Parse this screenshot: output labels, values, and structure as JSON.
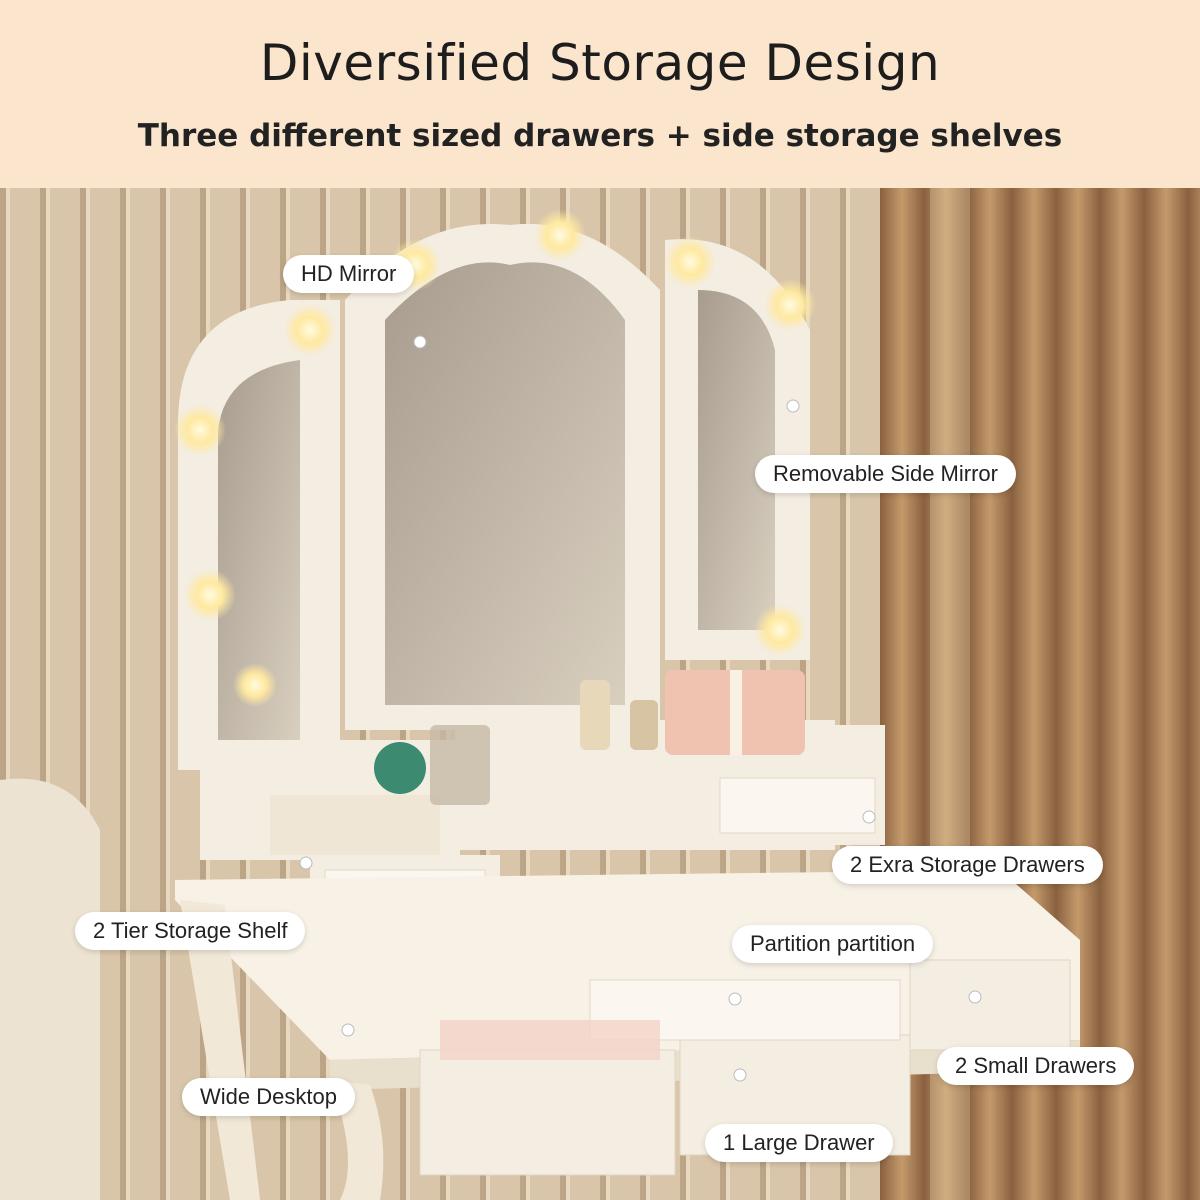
{
  "header": {
    "title": "Diversified Storage Design",
    "subtitle": "Three different sized drawers + side storage shelves"
  },
  "callouts": {
    "hd_mirror": "HD Mirror",
    "removable_side_mirror": "Removable Side Mirror",
    "extra_storage_drawers": "2 Exra Storage Drawers",
    "tier_storage_shelf": "2 Tier Storage Shelf",
    "partition": "Partition partition",
    "wide_desktop": "Wide Desktop",
    "small_drawers": "2 Small Drawers",
    "large_drawer": "1 Large Drawer"
  },
  "colors": {
    "header_bg": "#fbe5cc",
    "furniture_white": "#f4ede2",
    "curtain": "#b48a60",
    "wall_panel": "#d2bea2"
  }
}
